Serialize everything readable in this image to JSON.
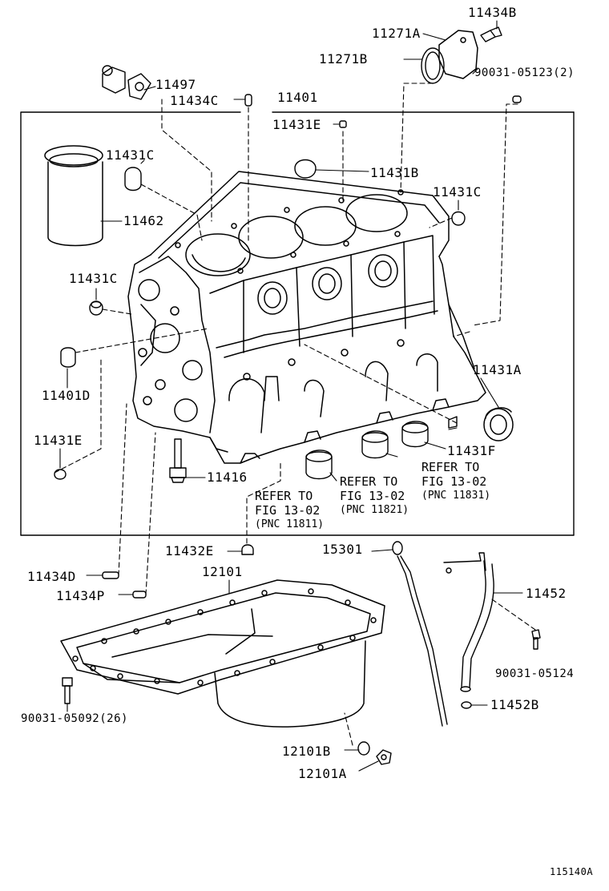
{
  "labels": {
    "p11434B": "11434B",
    "p11271A": "11271A",
    "p11271B": "11271B",
    "p90031_05123": "90031-05123(2)",
    "p11497": "11497",
    "p11434C": "11434C",
    "p11401": "11401",
    "p11431E_top": "11431E",
    "p11431C_a": "11431C",
    "p11431B": "11431B",
    "p11431C_b": "11431C",
    "p11462": "11462",
    "p11431C_c": "11431C",
    "p11431A": "11431A",
    "p11401D": "11401D",
    "p11431E_left": "11431E",
    "p11431F": "11431F",
    "p11416": "11416",
    "p11432E": "11432E",
    "p15301": "15301",
    "p12101": "12101",
    "p11434D": "11434D",
    "p11434P": "11434P",
    "p11452": "11452",
    "p90031_05124": "90031-05124",
    "p11452B": "11452B",
    "p90031_05092": "90031-05092(26)",
    "p12101B": "12101B",
    "p12101A": "12101A"
  },
  "refs": {
    "r1": {
      "l1": "REFER TO",
      "l2": "FIG 13-02",
      "l3": "(PNC 11811)"
    },
    "r2": {
      "l1": "REFER TO",
      "l2": "FIG 13-02",
      "l3": "(PNC 11821)"
    },
    "r3": {
      "l1": "REFER TO",
      "l2": "FIG 13-02",
      "l3": "(PNC 11831)"
    }
  },
  "figure_id": "115140A"
}
